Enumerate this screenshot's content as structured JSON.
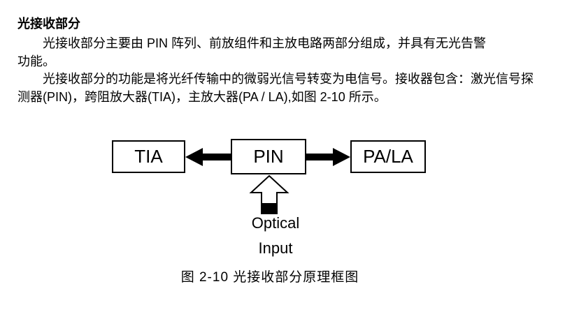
{
  "document": {
    "heading": "光接收部分",
    "para1_line1": "光接收部分主要由 PIN 阵列、前放组件和主放电路两部分组成，并具有无光告警",
    "para1_line2": "功能。",
    "para2_line1": "光接收部分的功能是将光纤传输中的微弱光信号转变为电信号。接收器包含：激光信号探",
    "para2_line2": "测器(PIN)，跨阻放大器(TIA)，主放大器(PA / LA),如图 2-10 所示。"
  },
  "diagram": {
    "boxes": [
      {
        "label": "TIA"
      },
      {
        "label": "PIN"
      },
      {
        "label": "PA/LA"
      }
    ],
    "input_label_line1": "Optical",
    "input_label_line2": "Input",
    "caption": "图 2-10 光接收部分原理框图"
  },
  "colors": {
    "text": "#000000",
    "box_border": "#000000",
    "arrow_fill": "#000000",
    "background": "#ffffff"
  }
}
